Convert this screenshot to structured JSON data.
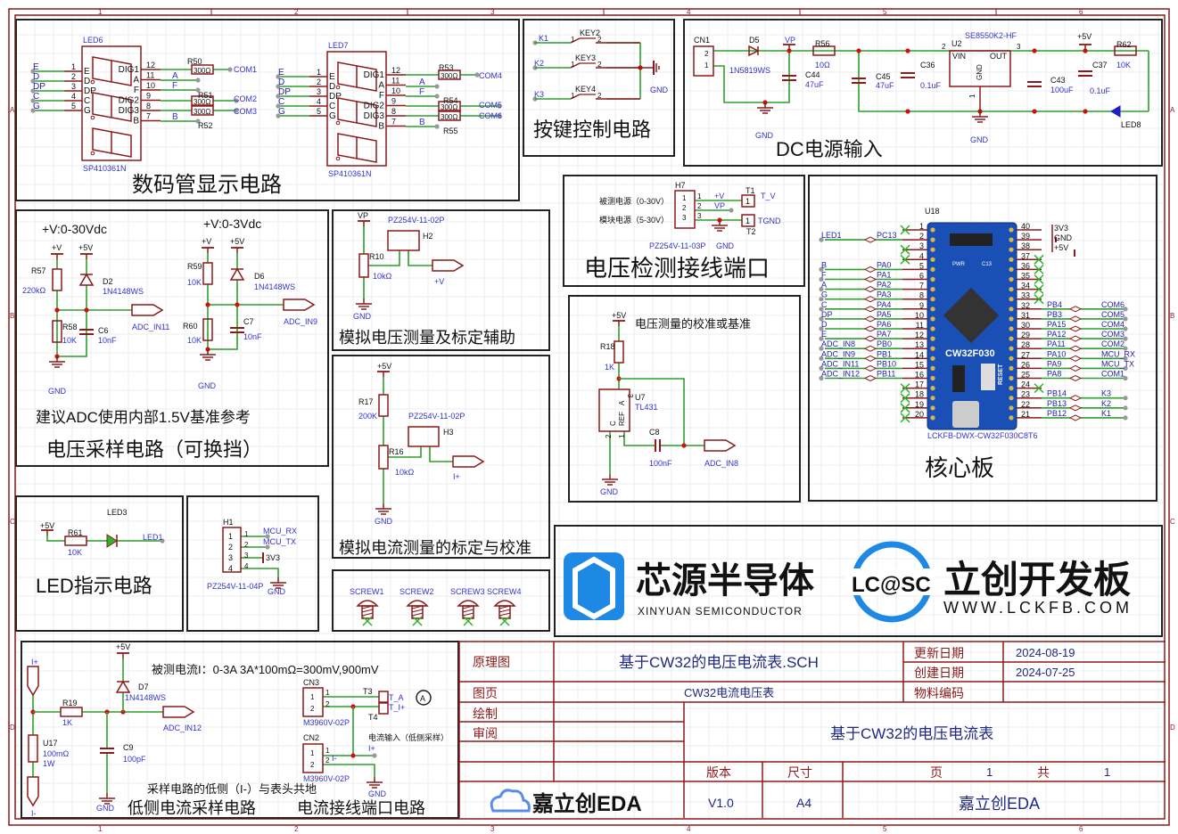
{
  "ruler": {
    "cols": [
      "1",
      "2",
      "3",
      "4",
      "5",
      "6"
    ],
    "rows": [
      "A",
      "B",
      "C",
      "D"
    ]
  },
  "colors": {
    "wire": "#2e9e2e",
    "component": "#8b1a1a",
    "label": "#3333cc",
    "junction": "#d01010",
    "border": "#8b1a1a",
    "board": "#1a4fb5",
    "logo_blue": "#1e88e5"
  },
  "digit": {
    "title": "数码管显示电路",
    "led6": {
      "ref": "LED6",
      "part": "SP410361N"
    },
    "led7": {
      "ref": "LED7",
      "part": "SP410361N"
    },
    "left_nets": [
      "E",
      "D",
      "DP",
      "C",
      "G"
    ],
    "left_pins": [
      "1",
      "2",
      "3",
      "4",
      "5"
    ],
    "seg_pins": [
      "E",
      "D",
      "DP",
      "C",
      "G"
    ],
    "right_pin_names": [
      "DIG1",
      "A",
      "F",
      "DIG2",
      "DIG3",
      "B"
    ],
    "right_pins": [
      "12",
      "11",
      "10",
      "9",
      "8",
      "7"
    ],
    "res_value": "300Ω",
    "a": "A",
    "f": "F",
    "b": "B",
    "r50": "R50",
    "r51": "R51",
    "r52": "R52",
    "r53": "R53",
    "r54": "R54",
    "r55": "R55",
    "com1": "COM1",
    "com2": "COM2",
    "com3": "COM3",
    "com4": "COM4",
    "com5": "COM5",
    "com6": "COM6"
  },
  "keys": {
    "title": "按键控制电路",
    "nets": [
      "K1",
      "K2",
      "K3"
    ],
    "refs": [
      "KEY2",
      "KEY3",
      "KEY4"
    ],
    "p1": "1",
    "p2": "2",
    "gnd": "GND"
  },
  "dc": {
    "title": "DC电源输入",
    "cn1": "CN1",
    "cn1_pins": [
      "2",
      "1"
    ],
    "d5": "D5",
    "d5_part": "1N5819WS",
    "vp": "VP",
    "r56": "R56",
    "r56_val": "10Ω",
    "c44": "C44",
    "c44_val": "47uF",
    "c45": "C45",
    "c45_val": "47uF",
    "c36": "C36",
    "c36_val": "0.1uF",
    "u2": "U2",
    "u2_part": "SE8550K2-HF",
    "vin": "VIN",
    "out": "OUT",
    "gnd_pin": "GND",
    "pin2": "2",
    "pin3": "3",
    "pin1": "1",
    "c43": "C43",
    "c43_val": "100uF",
    "c37": "C37",
    "c37_val": "0.1uF",
    "v5": "+5V",
    "r62": "R62",
    "r62_val": "10K",
    "led8": "LED8",
    "gnd": "GND"
  },
  "vsample": {
    "range1": "+V:0-30Vdc",
    "range2": "+V:0-3Vdc",
    "vplus": "+V",
    "v5": "+5V",
    "r57": "R57",
    "r57_val": "220kΩ",
    "d2": "D2",
    "d_part": "1N4148WS",
    "r58": "R58",
    "r58_val": "10K",
    "c6": "C6",
    "c6_val": "10nF",
    "adc11": "ADC_IN11",
    "r59": "R59",
    "r59_val": "10K",
    "d6": "D6",
    "c7": "C7",
    "c7_val": "10nF",
    "r60": "R60",
    "r60_val": "10K",
    "adc9": "ADC_IN9",
    "gnd": "GND",
    "note": "建议ADC使用内部1.5V基准参考",
    "title": "电压采样电路（可换挡）"
  },
  "avolt": {
    "title": "模拟电压测量及标定辅助",
    "vp": "VP",
    "part": "PZ254V-11-02P",
    "h2": "H2",
    "r10": "R10",
    "r10_val": "10kΩ",
    "vplus": "+V",
    "gnd": "GND"
  },
  "acur": {
    "title": "模拟电流测量的标定与校准",
    "v5": "+5V",
    "r17": "R17",
    "r17_val": "200K",
    "part": "PZ254V-11-02P",
    "h3": "H3",
    "r16": "R16",
    "r16_val": "10kΩ",
    "iplus": "I+",
    "gnd": "GND"
  },
  "vport": {
    "title": "电压检测接线端口",
    "h7": "H7",
    "src1": "被测电源（0-30V）",
    "src2": "模块电源（5-30V）",
    "pins": [
      "1",
      "2",
      "3"
    ],
    "net1": "+V",
    "net2": "VP",
    "t1": "T1",
    "t_v": "T_V",
    "tgnd": "TGND",
    "t2": "T2",
    "one": "1",
    "part": "PZ254V-11-03P",
    "gnd": "GND"
  },
  "calib": {
    "title": "电压测量的校准或基准",
    "v5": "+5V",
    "r18": "R18",
    "r18_val": "1K",
    "u7": "U7",
    "u7_part": "TL431",
    "a": "A",
    "ref": "REF",
    "c": "C",
    "p3": "3",
    "p2": "2",
    "p1": "1",
    "c8": "C8",
    "c8_val": "100nF",
    "adc8": "ADC_IN8",
    "gnd": "GND"
  },
  "core": {
    "title": "核心板",
    "u18": "U18",
    "part": "LCKFB-DWX-CW32F030C8T6",
    "chip": "CW32F030",
    "reset": "RESET",
    "pwr": "PWR",
    "c13": "C13",
    "left": [
      {
        "n": "1",
        "pin": "",
        "net": ""
      },
      {
        "n": "2",
        "pin": "PC13",
        "net": "LED1"
      },
      {
        "n": "3",
        "pin": "",
        "net": ""
      },
      {
        "n": "4",
        "pin": "",
        "net": ""
      },
      {
        "n": "5",
        "pin": "PA0",
        "net": "B"
      },
      {
        "n": "6",
        "pin": "PA1",
        "net": "F"
      },
      {
        "n": "7",
        "pin": "PA2",
        "net": "A"
      },
      {
        "n": "8",
        "pin": "PA3",
        "net": "G"
      },
      {
        "n": "9",
        "pin": "PA4",
        "net": "C"
      },
      {
        "n": "10",
        "pin": "PA5",
        "net": "DP"
      },
      {
        "n": "11",
        "pin": "PA6",
        "net": "D"
      },
      {
        "n": "12",
        "pin": "PA7",
        "net": "E"
      },
      {
        "n": "13",
        "pin": "PB0",
        "net": "ADC_IN8"
      },
      {
        "n": "14",
        "pin": "PB1",
        "net": "ADC_IN9"
      },
      {
        "n": "15",
        "pin": "PB10",
        "net": "ADC_IN11"
      },
      {
        "n": "16",
        "pin": "PB11",
        "net": "ADC_IN12"
      },
      {
        "n": "17",
        "pin": "",
        "net": ""
      },
      {
        "n": "18",
        "pin": "",
        "net": ""
      },
      {
        "n": "19",
        "pin": "",
        "net": ""
      },
      {
        "n": "20",
        "pin": "",
        "net": ""
      }
    ],
    "right": [
      {
        "n": "40",
        "pin": "",
        "net": "3V3"
      },
      {
        "n": "39",
        "pin": "",
        "net": "GND"
      },
      {
        "n": "38",
        "pin": "",
        "net": "+5V"
      },
      {
        "n": "37",
        "pin": "",
        "net": ""
      },
      {
        "n": "36",
        "pin": "",
        "net": ""
      },
      {
        "n": "35",
        "pin": "",
        "net": ""
      },
      {
        "n": "34",
        "pin": "",
        "net": ""
      },
      {
        "n": "33",
        "pin": "",
        "net": ""
      },
      {
        "n": "32",
        "pin": "PB4",
        "net": "COM6"
      },
      {
        "n": "31",
        "pin": "PB3",
        "net": "COM5"
      },
      {
        "n": "30",
        "pin": "PA15",
        "net": "COM4"
      },
      {
        "n": "29",
        "pin": "PA12",
        "net": "COM3"
      },
      {
        "n": "28",
        "pin": "PA11",
        "net": "COM2"
      },
      {
        "n": "27",
        "pin": "PA10",
        "net": "MCU_RX"
      },
      {
        "n": "26",
        "pin": "PA9",
        "net": "MCU_TX"
      },
      {
        "n": "25",
        "pin": "PA8",
        "net": "COM1"
      },
      {
        "n": "24",
        "pin": "",
        "net": ""
      },
      {
        "n": "23",
        "pin": "PB14",
        "net": "K3"
      },
      {
        "n": "22",
        "pin": "PB13",
        "net": "K2"
      },
      {
        "n": "21",
        "pin": "PB12",
        "net": "K1"
      }
    ]
  },
  "led": {
    "title": "LED指示电路",
    "v5": "+5V",
    "r61": "R61",
    "r61_val": "10K",
    "led3": "LED3",
    "net": "LED1"
  },
  "h1": {
    "ref": "H1",
    "pins": [
      "1",
      "2",
      "3",
      "4"
    ],
    "rx": "MCU_RX",
    "tx": "MCU_TX",
    "v33": "3V3",
    "part": "PZ254V-11-04P",
    "gnd": "GND"
  },
  "screws": [
    "SCREW1",
    "SCREW2",
    "SCREW3",
    "SCREW4"
  ],
  "logos": {
    "xinyuan_cn": "芯源半导体",
    "xinyuan_en": "XINYUAN SEMICONDUCTOR",
    "lcsc": "LC@SC",
    "lckfb_cn": "立创开发板",
    "lckfb_url": "WWW.LCKFB.COM"
  },
  "current": {
    "iplus": "I+",
    "iminus": "I-",
    "v5": "+5V",
    "d7": "D7",
    "d7_part": "1N4148WS",
    "r19": "R19",
    "r19_val": "1K",
    "adc12": "ADC_IN12",
    "u17": "U17",
    "u17_val": "100mΩ",
    "u17_pwr": "1W",
    "c9": "C9",
    "c9_val": "100pF",
    "gnd": "GND",
    "formula": "被测电流I：0-3A 3A*100mΩ=300mV,900mV",
    "cn3": "CN3",
    "cn2": "CN2",
    "part": "M3960V-02P",
    "t3": "T3",
    "t4": "T4",
    "t_a": "T_A",
    "t_i": "T_I+",
    "meter": "A",
    "input_note": "电流输入（低侧采样）",
    "low_note": "采样电路的低侧（I-）与表头共地",
    "title1": "低侧电流采样电路",
    "title2": "电流接线端口电路",
    "p1": "1",
    "p2": "2"
  },
  "titleblock": {
    "label_schematic": "原理图",
    "file": "基于CW32的电压电流表.SCH",
    "label_updated": "更新日期",
    "updated": "2024-08-19",
    "label_created": "创建日期",
    "created": "2024-07-25",
    "label_page": "图页",
    "page_name": "CW32电流电压表",
    "label_material": "物料编码",
    "label_drawn": "绘制",
    "label_review": "审阅",
    "project": "基于CW32的电压电流表",
    "label_version": "版本",
    "label_size": "尺寸",
    "label_pg": "页",
    "page": "1",
    "label_total": "共",
    "total": "1",
    "version": "V1.0",
    "size": "A4",
    "company": "嘉立创EDA",
    "eda_logo": "嘉立创EDA"
  }
}
